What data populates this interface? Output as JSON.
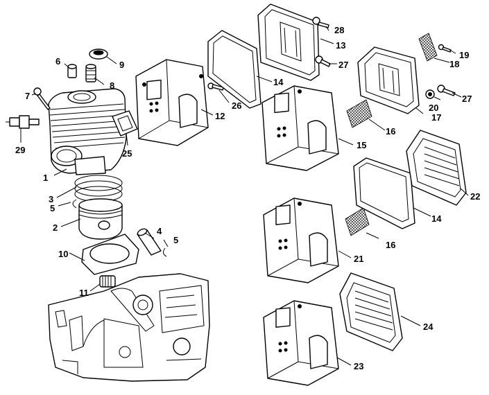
{
  "callouts": {
    "c1": "1",
    "c2": "2",
    "c3": "3",
    "c4": "4",
    "c5a": "5",
    "c5b": "5",
    "c6": "6",
    "c7": "7",
    "c8": "8",
    "c9": "9",
    "c10": "10",
    "c11": "11",
    "c12": "12",
    "c13": "13",
    "c14a": "14",
    "c14b": "14",
    "c15": "15",
    "c16a": "16",
    "c16b": "16",
    "c17": "17",
    "c18": "18",
    "c19": "19",
    "c20": "20",
    "c21": "21",
    "c22": "22",
    "c23": "23",
    "c24": "24",
    "c25": "25",
    "c26": "26",
    "c27a": "27",
    "c27b": "27",
    "c28": "28",
    "c29": "29"
  }
}
